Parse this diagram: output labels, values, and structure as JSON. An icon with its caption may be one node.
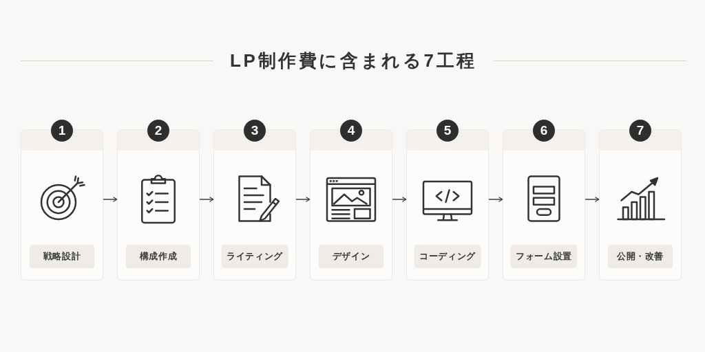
{
  "diagram": {
    "title": "LP制作費に含まれる7工程",
    "nodes": [
      {
        "text": [
          "1",
          "戦略設計"
        ]
      },
      {
        "text": [
          "2",
          "構成作成"
        ]
      },
      {
        "text": [
          "3",
          "ライティング"
        ]
      },
      {
        "text": [
          "4",
          "デザイン"
        ]
      },
      {
        "text": [
          "5",
          "コーディング"
        ]
      },
      {
        "text": [
          "6",
          "フォーム設置"
        ]
      },
      {
        "text": [
          "7",
          "公開・改善"
        ]
      }
    ],
    "edges": [
      {
        "from": 0,
        "to": 1,
        "arrow": "to"
      },
      {
        "from": 1,
        "to": 2,
        "arrow": "to"
      },
      {
        "from": 2,
        "to": 3,
        "arrow": "to"
      },
      {
        "from": 3,
        "to": 4,
        "arrow": "to"
      },
      {
        "from": 4,
        "to": 5,
        "arrow": "to"
      },
      {
        "from": 5,
        "to": 6,
        "arrow": "to"
      }
    ]
  }
}
